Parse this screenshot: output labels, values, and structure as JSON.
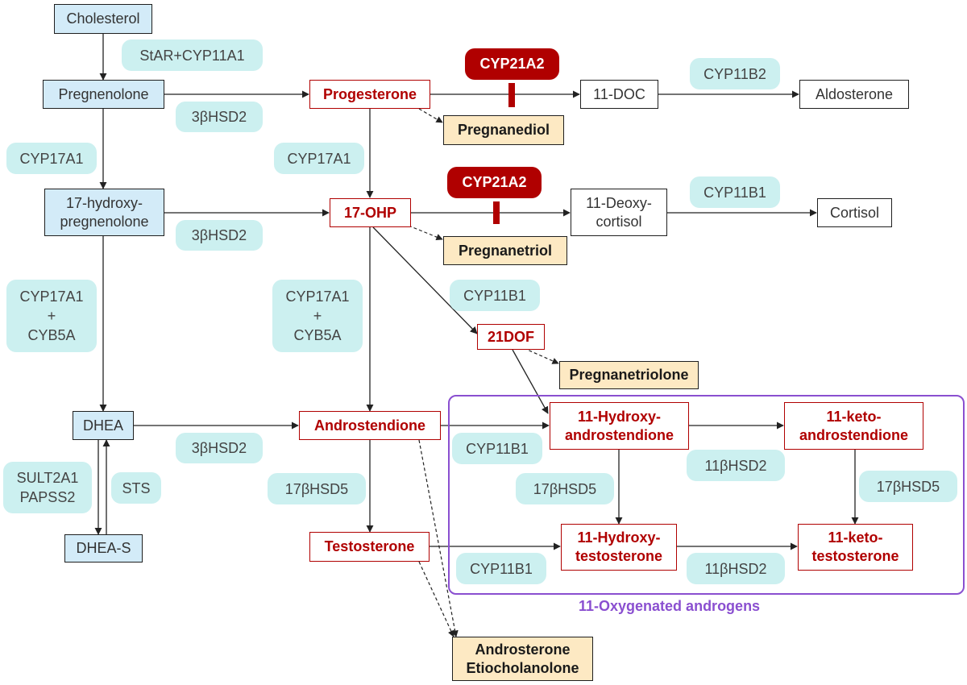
{
  "substrates": {
    "cholesterol": "Cholesterol",
    "pregnenolone": "Pregnenolone",
    "hydroxy_pregnenolone": "17-hydroxy-\npregnenolone",
    "dhea": "DHEA",
    "dhea_s": "DHEA-S"
  },
  "products": {
    "progesterone": "Progesterone",
    "ohp17": "17-OHP",
    "dof21": "21DOF",
    "androstendione": "Androstendione",
    "testosterone": "Testosterone",
    "hydroxy_androstendione": "11-Hydroxy-\nandrostendione",
    "keto_androstendione": "11-keto-\nandrostendione",
    "hydroxy_testosterone": "11-Hydroxy-\ntestosterone",
    "keto_testosterone": "11-keto-\ntestosterone"
  },
  "downstream": {
    "doc11": "11-DOC",
    "aldosterone": "Aldosterone",
    "deoxycortisol": "11-Deoxy-\ncortisol",
    "cortisol": "Cortisol"
  },
  "urinary_metabolites": {
    "pregnanediol": "Pregnanediol",
    "pregnanetriol": "Pregnanetriol",
    "pregnanetriolone": "Pregnanetriolone",
    "androsterone": "Androsterone\nEtiocholanolone"
  },
  "enzymes": {
    "star": "StAR+CYP11A1",
    "hsd2_a": "3βHSD2",
    "hsd2_b": "3βHSD2",
    "hsd2_c": "3βHSD2",
    "cyp17a1_a": "CYP17A1",
    "cyp17a1_b": "CYP17A1",
    "cyp17a1_cyb5a_a": "CYP17A1\n+\nCYB5A",
    "cyp17a1_cyb5a_b": "CYP17A1\n+\nCYB5A",
    "cyp11b2": "CYP11B2",
    "cyp11b1_a": "CYP11B1",
    "cyp11b1_b": "CYP11B1",
    "cyp11b1_c": "CYP11B1",
    "cyp11b1_d": "CYP11B1",
    "hsd11b2_a": "11βHSD2",
    "hsd11b2_b": "11βHSD2",
    "hsd17b5_a": "17βHSD5",
    "hsd17b5_b": "17βHSD5",
    "hsd17b5_c": "17βHSD5",
    "sult": "SULT2A1\nPAPSS2",
    "sts": "STS"
  },
  "blocked_enzymes": {
    "cyp21a2_top": "CYP21A2",
    "cyp21a2_mid": "CYP21A2"
  },
  "group_label": "11-Oxygenated androgens",
  "colors": {
    "substrate_fill": "#d3ebf8",
    "enzyme_fill": "#ccf0f0",
    "highlight_red": "#b00000",
    "metabolite_fill": "#fde9c3",
    "group_border": "#8a4fd0"
  }
}
